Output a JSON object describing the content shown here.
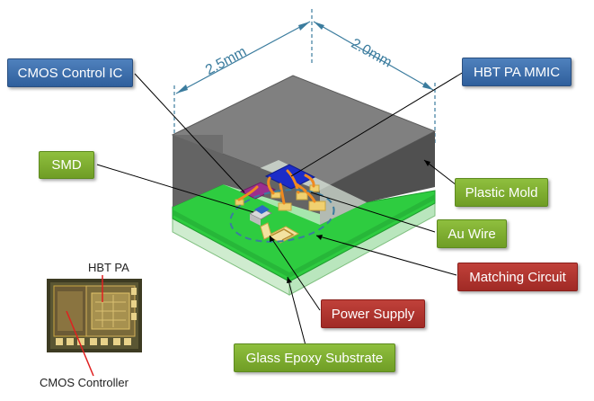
{
  "callouts": {
    "cmos_control_ic": "CMOS Control IC",
    "hbt_pa_mmic": "HBT PA MMIC",
    "smd": "SMD",
    "plastic_mold": "Plastic Mold",
    "au_wire": "Au Wire",
    "matching_circuit": "Matching Circuit",
    "power_supply": "Power Supply",
    "glass_epoxy_substrate": "Glass Epoxy Substrate"
  },
  "dimensions": {
    "width": "2.5mm",
    "depth": "2.0mm"
  },
  "photo": {
    "hbt_pa_label": "HBT PA",
    "cmos_controller_label": "CMOS Controller"
  },
  "colors": {
    "callout_blue": "#3a6ea5",
    "callout_green": "#7aab2e",
    "callout_red": "#b0302b",
    "dimension_line": "#3b7c9e",
    "mold_top": "#7f7f7f",
    "substrate_green": "#2ecc2e"
  }
}
